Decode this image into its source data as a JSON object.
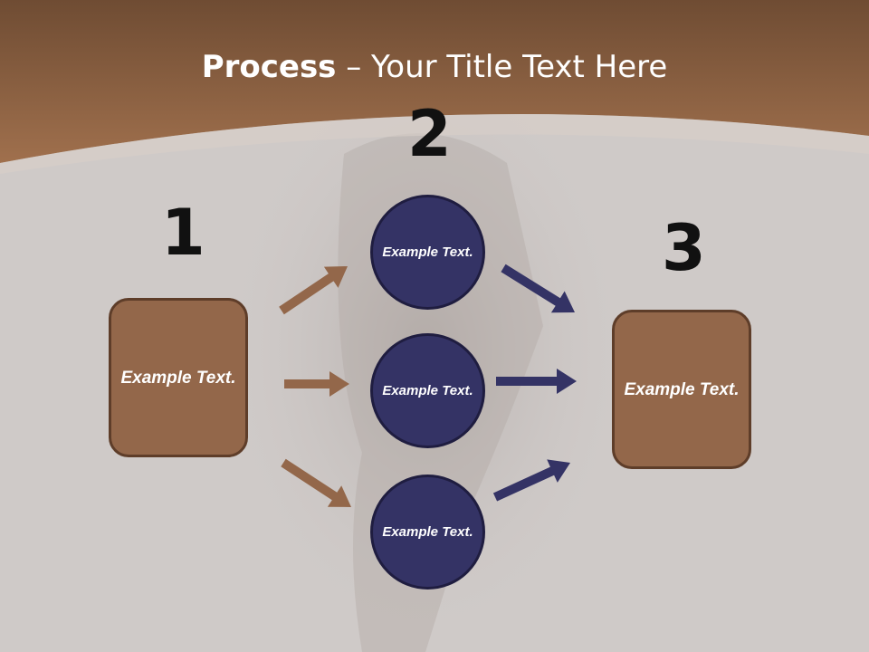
{
  "title": {
    "bold": "Process",
    "rest": " – Your Title Text Here"
  },
  "steps": [
    "1",
    "2",
    "3"
  ],
  "left_box": {
    "text": "Example Text."
  },
  "right_box": {
    "text": "Example Text."
  },
  "circles": [
    {
      "text": "Example Text."
    },
    {
      "text": "Example Text."
    },
    {
      "text": "Example Text."
    }
  ],
  "colors": {
    "header_brown": "#8d5e3e",
    "box_fill": "#93674a",
    "circle_fill": "#343365",
    "arrow_brown": "#93674a",
    "arrow_navy": "#343365"
  }
}
